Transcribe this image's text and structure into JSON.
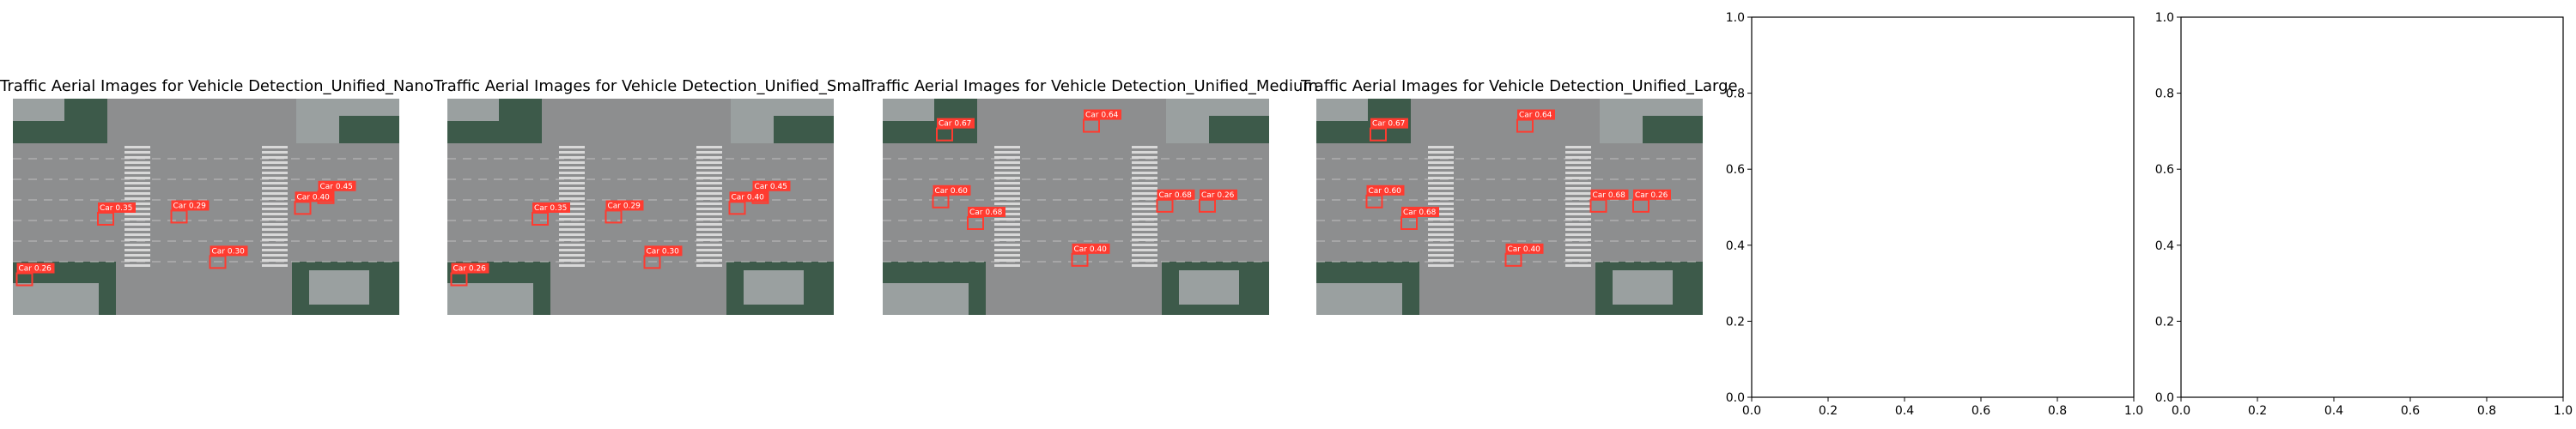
{
  "chart_data": [
    {
      "type": "image",
      "title": "Traffic Aerial Images for Vehicle Detection_Unified_Nano",
      "detections": [
        {
          "label": "Car 0.35",
          "x": 0.22,
          "y": 0.48
        },
        {
          "label": "Car 0.29",
          "x": 0.41,
          "y": 0.47
        },
        {
          "label": "Car 0.45",
          "x": 0.79,
          "y": 0.38
        },
        {
          "label": "Car 0.40",
          "x": 0.73,
          "y": 0.43
        },
        {
          "label": "Car 0.30",
          "x": 0.51,
          "y": 0.68
        },
        {
          "label": "Car 0.26",
          "x": 0.01,
          "y": 0.76
        }
      ]
    },
    {
      "type": "image",
      "title": "Traffic Aerial Images for Vehicle Detection_Unified_Small",
      "detections": [
        {
          "label": "Car 0.35",
          "x": 0.22,
          "y": 0.48
        },
        {
          "label": "Car 0.29",
          "x": 0.41,
          "y": 0.47
        },
        {
          "label": "Car 0.45",
          "x": 0.79,
          "y": 0.38
        },
        {
          "label": "Car 0.40",
          "x": 0.73,
          "y": 0.43
        },
        {
          "label": "Car 0.30",
          "x": 0.51,
          "y": 0.68
        },
        {
          "label": "Car 0.26",
          "x": 0.01,
          "y": 0.76
        }
      ]
    },
    {
      "type": "image",
      "title": "Traffic Aerial Images for Vehicle Detection_Unified_Medium",
      "detections": [
        {
          "label": "Car 0.67",
          "x": 0.14,
          "y": 0.09
        },
        {
          "label": "Car 0.64",
          "x": 0.52,
          "y": 0.05
        },
        {
          "label": "Car 0.60",
          "x": 0.13,
          "y": 0.4
        },
        {
          "label": "Car 0.68",
          "x": 0.22,
          "y": 0.5
        },
        {
          "label": "Car 0.68",
          "x": 0.71,
          "y": 0.42
        },
        {
          "label": "Car 0.26",
          "x": 0.82,
          "y": 0.42
        },
        {
          "label": "Car 0.40",
          "x": 0.49,
          "y": 0.67
        }
      ]
    },
    {
      "type": "image",
      "title": "Traffic Aerial Images for Vehicle Detection_Unified_Large",
      "detections": [
        {
          "label": "Car 0.67",
          "x": 0.14,
          "y": 0.09
        },
        {
          "label": "Car 0.64",
          "x": 0.52,
          "y": 0.05
        },
        {
          "label": "Car 0.60",
          "x": 0.13,
          "y": 0.4
        },
        {
          "label": "Car 0.68",
          "x": 0.22,
          "y": 0.5
        },
        {
          "label": "Car 0.68",
          "x": 0.71,
          "y": 0.42
        },
        {
          "label": "Car 0.26",
          "x": 0.82,
          "y": 0.42
        },
        {
          "label": "Car 0.40",
          "x": 0.49,
          "y": 0.67
        }
      ]
    },
    {
      "type": "empty",
      "title": "",
      "xlim": [
        0.0,
        1.0
      ],
      "ylim": [
        0.0,
        1.0
      ],
      "xticks": [
        "0.0",
        "0.2",
        "0.4",
        "0.6",
        "0.8",
        "1.0"
      ],
      "yticks": [
        "0.0",
        "0.2",
        "0.4",
        "0.6",
        "0.8",
        "1.0"
      ]
    },
    {
      "type": "empty",
      "title": "",
      "xlim": [
        0.0,
        1.0
      ],
      "ylim": [
        0.0,
        1.0
      ],
      "xticks": [
        "0.0",
        "0.2",
        "0.4",
        "0.6",
        "0.8",
        "1.0"
      ],
      "yticks": [
        "0.0",
        "0.2",
        "0.4",
        "0.6",
        "0.8",
        "1.0"
      ]
    }
  ],
  "colors": {
    "asphalt": "#8d8e8f",
    "vegetation": "#3d5a4a",
    "building": "#9aa0a0",
    "box": "#ff3b30",
    "box_text": "#ffffff"
  }
}
